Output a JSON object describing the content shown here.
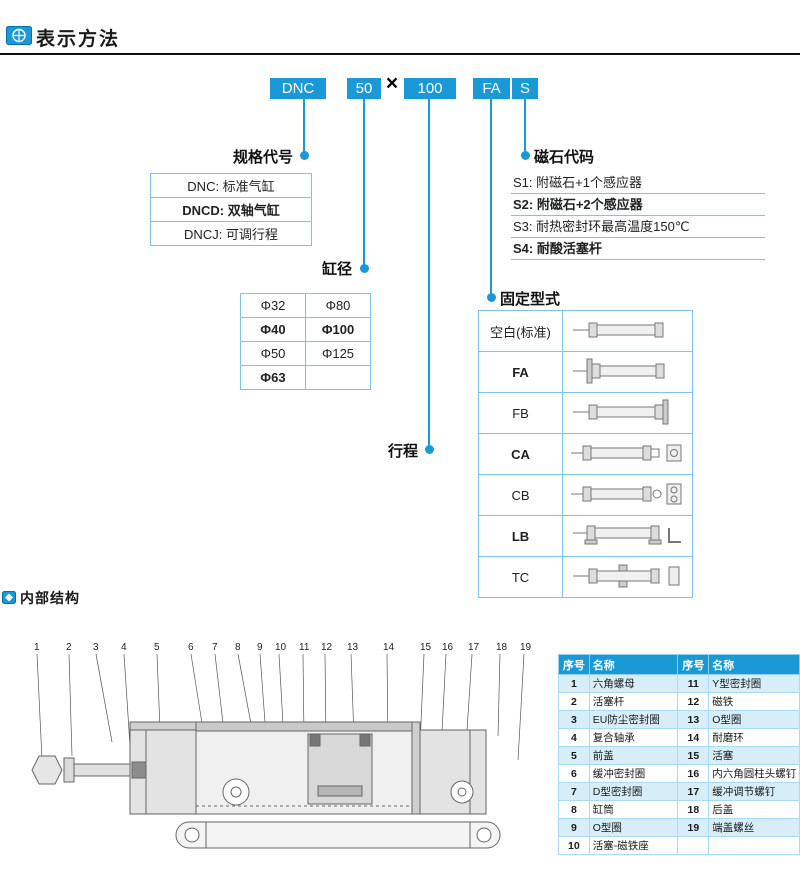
{
  "colors": {
    "accent_blue": "#1B99D6",
    "table_border": "#7EC4E4",
    "row_alt": "#D7EEF9",
    "rule_black": "#111111"
  },
  "sections": {
    "ordering_title": "表示方法",
    "structure_title": "内部结构"
  },
  "model_code": {
    "series": "DNC",
    "bore": "50",
    "separator": "×",
    "stroke": "100",
    "mount": "FA",
    "magnet": "S"
  },
  "spec_code": {
    "label": "规格代号",
    "rows": [
      "DNC: 标准气缸",
      "DNCD: 双轴气缸",
      "DNCJ: 可调行程"
    ]
  },
  "bore_table": {
    "label": "缸径",
    "rows": [
      [
        "Φ32",
        "Φ80"
      ],
      [
        "Φ40",
        "Φ100"
      ],
      [
        "Φ50",
        "Φ125"
      ],
      [
        "Φ63",
        ""
      ]
    ]
  },
  "stroke_label": "行程",
  "magnet_code": {
    "label": "磁石代码",
    "rows": [
      "S1: 附磁石+1个感应器",
      "S2: 附磁石+2个感应器",
      "S3: 耐热密封环最高温度150℃",
      "S4: 耐酸活塞杆"
    ]
  },
  "mount_type": {
    "label": "固定型式",
    "rows": [
      "空白(标准)",
      "FA",
      "FB",
      "CA",
      "CB",
      "LB",
      "TC"
    ]
  },
  "diagram": {
    "callouts": [
      "1",
      "2",
      "3",
      "4",
      "5",
      "6",
      "7",
      "8",
      "9",
      "10",
      "11",
      "12",
      "13",
      "14",
      "15",
      "16",
      "17",
      "18",
      "19"
    ]
  },
  "parts_table": {
    "headers": [
      "序号",
      "名称",
      "序号",
      "名称"
    ],
    "rows": [
      [
        "1",
        "六角螺母",
        "11",
        "Y型密封圈"
      ],
      [
        "2",
        "活塞杆",
        "12",
        "磁铁"
      ],
      [
        "3",
        "EU防尘密封圈",
        "13",
        "O型圈"
      ],
      [
        "4",
        "复合轴承",
        "14",
        "耐磨环"
      ],
      [
        "5",
        "前盖",
        "15",
        "活塞"
      ],
      [
        "6",
        "缓冲密封圈",
        "16",
        "内六角圆柱头螺钉"
      ],
      [
        "7",
        "D型密封圈",
        "17",
        "缓冲调节螺钉"
      ],
      [
        "8",
        "缸筒",
        "18",
        "后盖"
      ],
      [
        "9",
        "O型圈",
        "19",
        "端盖螺丝"
      ],
      [
        "10",
        "活塞-磁铁座",
        "",
        ""
      ]
    ]
  }
}
